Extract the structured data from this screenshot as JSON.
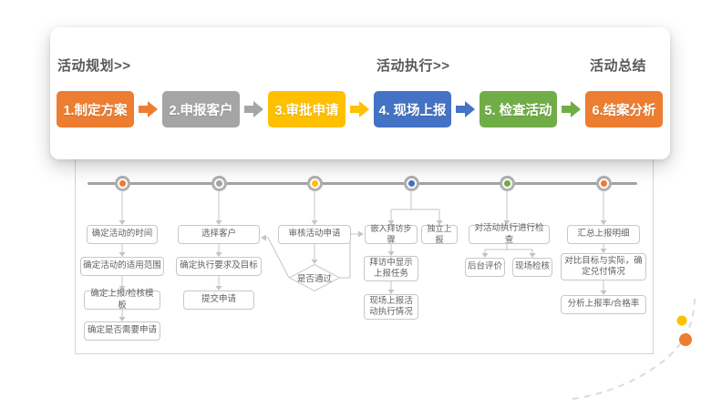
{
  "phases": [
    {
      "label": "活动规划>>"
    },
    {
      "label": "活动执行>>"
    },
    {
      "label": "活动总结"
    }
  ],
  "steps": [
    {
      "label": "1.制定方案",
      "color": "#ED7D31"
    },
    {
      "label": "2.申报客户",
      "color": "#A5A5A5"
    },
    {
      "label": "3.审批申请",
      "color": "#FFC000"
    },
    {
      "label": "4. 现场上报",
      "color": "#4472C4"
    },
    {
      "label": "5. 检查活动",
      "color": "#70AD47"
    },
    {
      "label": "6.结案分析",
      "color": "#ED7D31"
    }
  ],
  "arrows": [
    {
      "color": "#ED7D31"
    },
    {
      "color": "#A5A5A5"
    },
    {
      "color": "#FFC000"
    },
    {
      "color": "#4472C4"
    },
    {
      "color": "#70AD47"
    }
  ],
  "timeline": {
    "dots": [
      {
        "color": "#ED7D31"
      },
      {
        "color": "#A5A5A5"
      },
      {
        "color": "#FFC000"
      },
      {
        "color": "#4472C4"
      },
      {
        "color": "#70AD47"
      },
      {
        "color": "#ED7D31"
      }
    ]
  },
  "flow": {
    "col1": {
      "box1": "确定活动的时间",
      "box2": "确定活动的适用范围",
      "box3": "确定上报/检核模板",
      "box4": "确定是否需要申请"
    },
    "col2": {
      "box1": "选择客户",
      "box2": "确定执行要求及目标",
      "box3": "提交申请"
    },
    "col3": {
      "box1": "审核活动申请",
      "diamond": "是否通过"
    },
    "col4": {
      "box1": "嵌入拜访步骤",
      "box2": "独立上报",
      "box3": "拜访中显示上报任务",
      "box4": "现场上报活动执行情况"
    },
    "col5": {
      "box1": "对活动执行进行检查",
      "box2": "后台评价",
      "box3": "现场检核"
    },
    "col6": {
      "box1": "汇总上报明细",
      "box2": "对比目标与实际，确定兑付情况",
      "box3": "分析上报率/合格率"
    }
  },
  "decoration": {
    "small_dot_color": "#FFC000",
    "large_dot_color": "#ED7D31",
    "curve_color": "#dcdcdc"
  }
}
